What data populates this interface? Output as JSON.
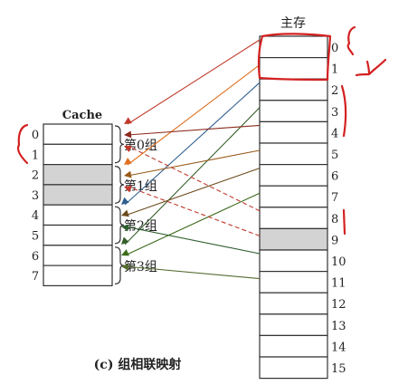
{
  "cache": {
    "title": "Cache",
    "lines": [
      {
        "label": "0",
        "shaded": false
      },
      {
        "label": "1",
        "shaded": false
      },
      {
        "label": "2",
        "shaded": true
      },
      {
        "label": "3",
        "shaded": true
      },
      {
        "label": "4",
        "shaded": false
      },
      {
        "label": "5",
        "shaded": false
      },
      {
        "label": "6",
        "shaded": false
      },
      {
        "label": "7",
        "shaded": false
      }
    ],
    "groups": [
      "第0组",
      "第1组",
      "第2组",
      "第3组"
    ]
  },
  "memory": {
    "title": "主存",
    "blocks": [
      {
        "label": "0",
        "shaded": false
      },
      {
        "label": "1",
        "shaded": false
      },
      {
        "label": "2",
        "shaded": false
      },
      {
        "label": "3",
        "shaded": false
      },
      {
        "label": "4",
        "shaded": false
      },
      {
        "label": "5",
        "shaded": false
      },
      {
        "label": "6",
        "shaded": false
      },
      {
        "label": "7",
        "shaded": false
      },
      {
        "label": "8",
        "shaded": false
      },
      {
        "label": "9",
        "shaded": true
      },
      {
        "label": "10",
        "shaded": false
      },
      {
        "label": "11",
        "shaded": false
      },
      {
        "label": "12",
        "shaded": false
      },
      {
        "label": "13",
        "shaded": false
      },
      {
        "label": "14",
        "shaded": false
      },
      {
        "label": "15",
        "shaded": false
      }
    ]
  },
  "caption": "(c) 组相联映射",
  "mappings": [
    {
      "from_block": 0,
      "to_group": 0,
      "color": "#c0392b",
      "dashed": false
    },
    {
      "from_block": 1,
      "to_group": 1,
      "color": "#e07020",
      "dashed": false
    },
    {
      "from_block": 2,
      "to_group": 2,
      "color": "#2f5f8f",
      "dashed": false
    },
    {
      "from_block": 3,
      "to_group": 3,
      "color": "#355e2a",
      "dashed": false
    },
    {
      "from_block": 4,
      "to_group": 0,
      "color": "#8b2a1a",
      "dashed": false
    },
    {
      "from_block": 5,
      "to_group": 1,
      "color": "#9a5a1a",
      "dashed": false
    },
    {
      "from_block": 6,
      "to_group": 2,
      "color": "#6b4a1a",
      "dashed": false
    },
    {
      "from_block": 7,
      "to_group": 3,
      "color": "#3a6a1a",
      "dashed": false
    },
    {
      "from_block": 8,
      "to_group": 0,
      "color": "#c0392b",
      "dashed": true
    },
    {
      "from_block": 9,
      "to_group": 1,
      "color": "#c0392b",
      "dashed": true
    },
    {
      "from_block": 10,
      "to_group": 2,
      "color": "#2e5f2e",
      "dashed": false
    },
    {
      "from_block": 11,
      "to_group": 3,
      "color": "#556b2f",
      "dashed": false
    }
  ],
  "colors": {
    "cell_border": "#333333",
    "shade": "#d3d3d3",
    "annotation": "#d42020"
  }
}
